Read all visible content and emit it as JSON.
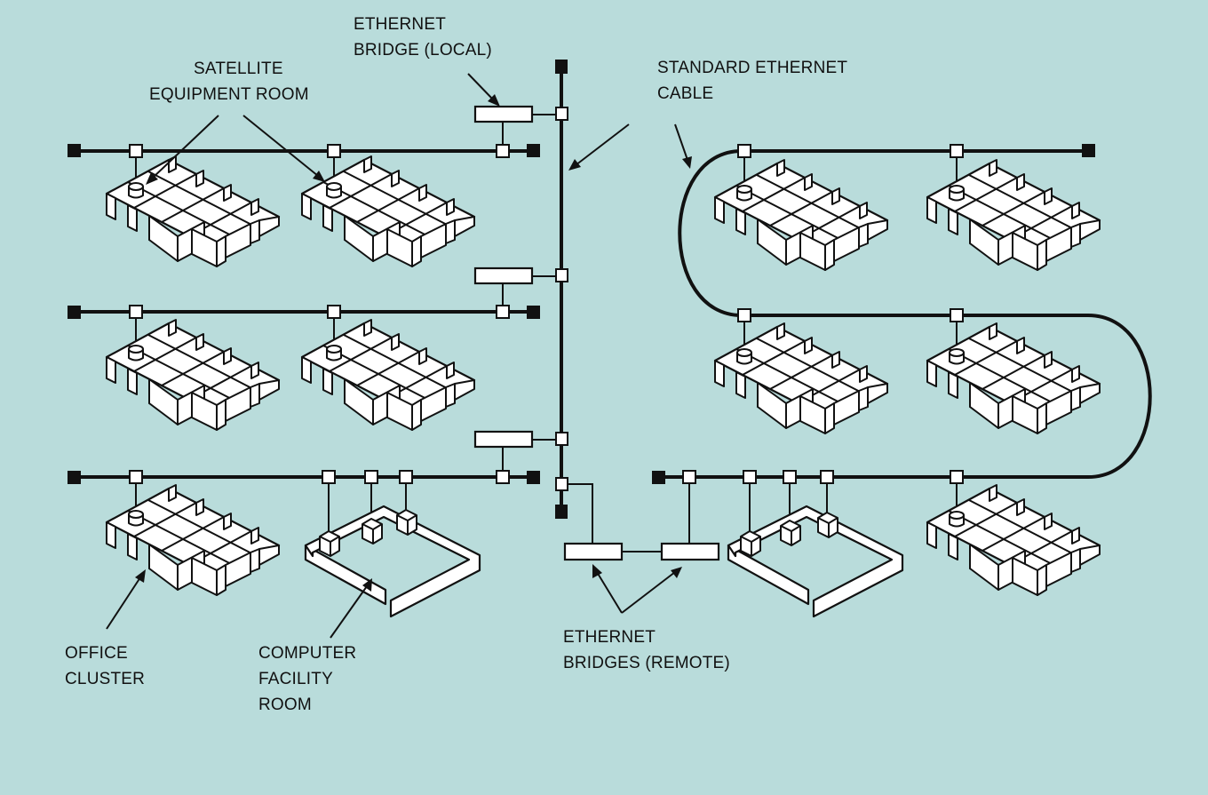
{
  "labels": {
    "ethernet_bridge_local": [
      "ETHERNET",
      "BRIDGE (LOCAL)"
    ],
    "satellite_equipment_room": [
      "SATELLITE",
      "EQUIPMENT ROOM"
    ],
    "standard_ethernet_cable": [
      "STANDARD ETHERNET",
      "CABLE"
    ],
    "office_cluster": [
      "OFFICE",
      "CLUSTER"
    ],
    "computer_facility_room": [
      "COMPUTER",
      "FACILITY",
      "ROOM"
    ],
    "ethernet_bridges_remote": [
      "ETHERNET",
      "BRIDGES (REMOTE)"
    ]
  },
  "colors": {
    "background": "#b9dcdb",
    "ink": "#111111",
    "fill": "#ffffff"
  }
}
